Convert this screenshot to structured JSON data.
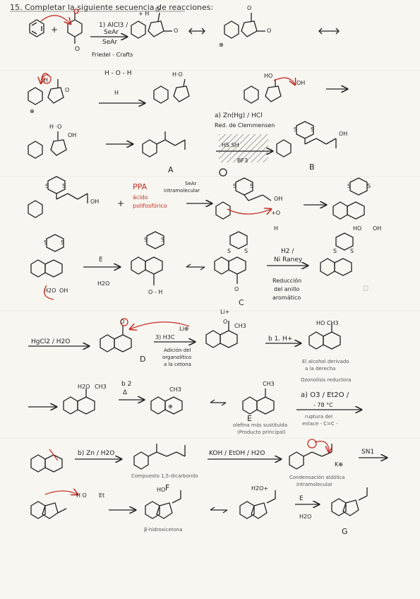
{
  "header": {
    "text": "15. Completar la siguiente secuencia de reacciones:"
  },
  "labels": {
    "alcl3": "1) AlCl3 /",
    "sear1": "SeAr",
    "sear2": "SeAr",
    "friedel": "Friedel - Crafts",
    "h_o_h": "H - O - H",
    "h_plus": "H",
    "zn_hg": "a) Zn(Hg) / HCl",
    "clemmensen": "Red. de Clemmensen",
    "hs_sh": "HS     SH",
    "bf3": "BF3",
    "label_a": "A",
    "label_b": "B",
    "ppa": "PPA",
    "acido": "ácido",
    "polifosforico": "polifosfórico",
    "sear_intra": "SeAr",
    "intramolecular": "intramolecular",
    "e_reag": "E",
    "h2o": "H2O",
    "h2_ni": "H2 /",
    "niraney": "Ni Raney",
    "reduccion": "Reducción",
    "del_anillo": "del anillo",
    "aromatico": "aromático",
    "label_c": "C",
    "label_d_ghost": "D",
    "hgcl2": "HgCl2 / H2O",
    "grignard": "3) H3C",
    "adicion": "Adición del",
    "organolitico": "organolítico",
    "a_la_cetona": "a la cetona",
    "label_d": "D",
    "ch3": "CH3",
    "b1h": "b 1. H+",
    "alcohol1": "El alcohol derivado",
    "alcohol2": "a la derecha",
    "b2": "b 2",
    "delta": "Δ",
    "ch3_b": "CH3",
    "ch3_c": "CH3",
    "ozonolisis": "Ozonolisis reductora",
    "o3": "a) O3 / Et2O /",
    "t78": "- 78 °C",
    "ruptura1": "ruptura del",
    "ruptura2": "enlace - C=C -",
    "olefina1": "olefina más sustituida",
    "olefina2": "(Producto principal)",
    "label_e": "E",
    "bzn": "b) Zn / H2O",
    "koh": "KOH / EtOH / H2O",
    "sn1": "SN1",
    "dicarbonilo": "Compuesto 1,5-dicarbonilo",
    "label_f": "F",
    "condensacion1": "Condensación aldólica",
    "condensacion2": "intramolecular",
    "hoet": "H   O",
    "et": "Et",
    "betahidroxi": "β-hidroxicetona",
    "e_final": "E",
    "h2o_final": "H2O",
    "label_g": "G",
    "ho": "HO",
    "oh": "OH",
    "ho_ch3": "HO   CH3"
  }
}
